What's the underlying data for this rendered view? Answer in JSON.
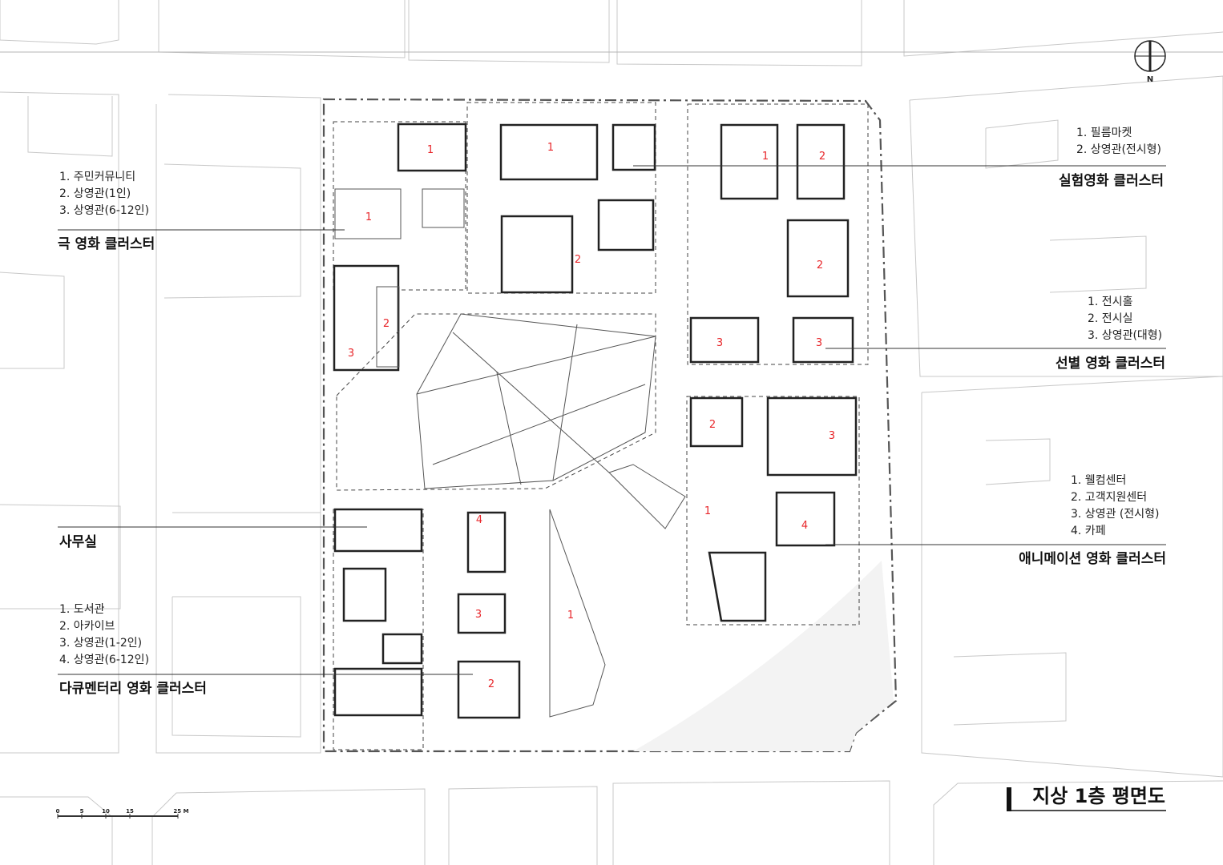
{
  "drawing_title": "지상 1층 평면도",
  "north_label": "N",
  "scale_bar": {
    "ticks": [
      "0",
      "5",
      "10",
      "15",
      "25 M"
    ]
  },
  "clusters": {
    "drama": {
      "title": "극 영화 클러스터",
      "items": [
        "1. 주민커뮤니티",
        "2. 상영관(1인)",
        "3. 상영관(6-12인)"
      ]
    },
    "office": {
      "title": "사무실"
    },
    "documentary": {
      "title": "다큐멘터리 영화 클러스터",
      "items": [
        "1. 도서관",
        "2. 아카이브",
        "3. 상영관(1-2인)",
        "4. 상영관(6-12인)"
      ]
    },
    "experimental": {
      "title": "실험영화 클러스터",
      "items": [
        "1. 필름마켓",
        "2. 상영관(전시형)"
      ]
    },
    "curated": {
      "title": "선별 영화 클러스터",
      "items": [
        "1. 전시홀",
        "2. 전시실",
        "3. 상영관(대형)"
      ]
    },
    "animation": {
      "title": "애니메이션 영화 클러스터",
      "items": [
        "1. 웰컴센터",
        "2. 고객지원센터",
        "3. 상영관 (전시형)",
        "4. 카페"
      ]
    }
  },
  "room_numbers": [
    "1",
    "1",
    "2",
    "3",
    "1",
    "2",
    "1",
    "2",
    "2",
    "3",
    "3",
    "2",
    "3",
    "1",
    "4",
    "4",
    "3",
    "1",
    "2"
  ],
  "colors": {
    "room_number": "#e8262a",
    "line": "#222222",
    "context": "#c8c8c8"
  }
}
